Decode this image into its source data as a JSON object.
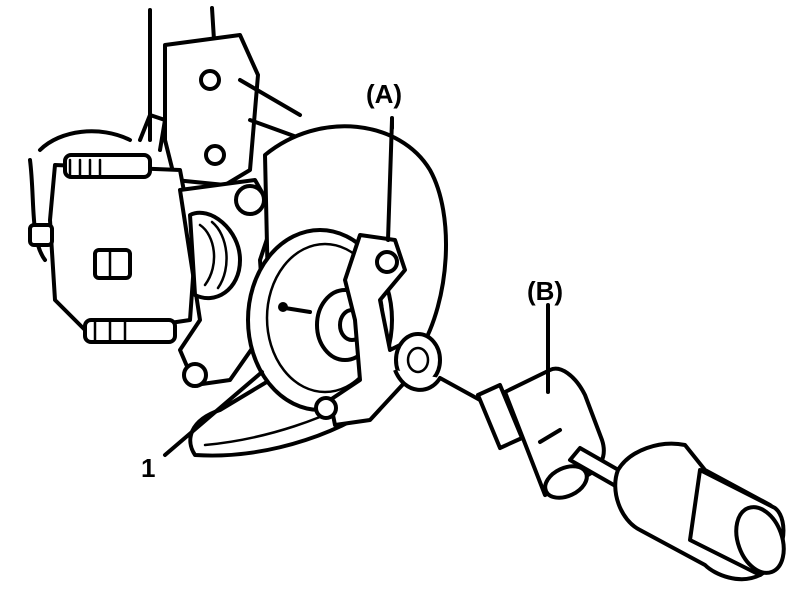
{
  "labels": {
    "tool_a": "(A)",
    "tool_b": "(B)",
    "part_1": "1"
  }
}
